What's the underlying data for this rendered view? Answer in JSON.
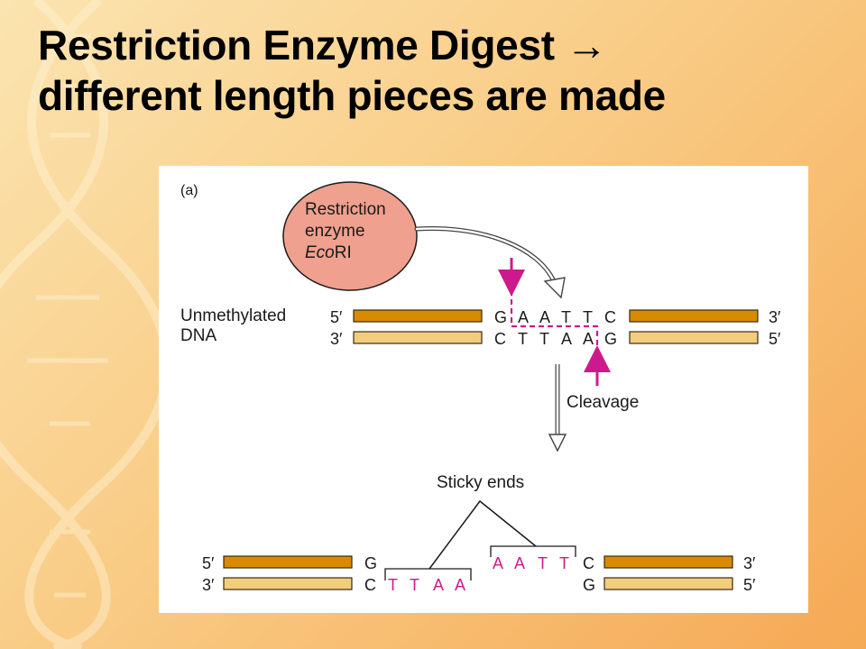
{
  "slide": {
    "title_line1": "Restriction Enzyme Digest →",
    "title_line2": "different length pieces are made"
  },
  "figure": {
    "panel_label": "(a)",
    "enzyme": {
      "line1": "Restriction",
      "line2": "enzyme",
      "line3_italic": "Eco",
      "line3_rest": "RI"
    },
    "dna_label_line1": "Unmethylated",
    "dna_label_line2": "DNA",
    "top": {
      "left_top_end": "5′",
      "left_bottom_end": "3′",
      "right_top_end": "3′",
      "right_bottom_end": "5′",
      "top_sequence": [
        "G",
        "A",
        "A",
        "T",
        "T",
        "C"
      ],
      "bottom_sequence": [
        "C",
        "T",
        "T",
        "A",
        "A",
        "G"
      ]
    },
    "cleavage_label": "Cleavage",
    "sticky_ends_label": "Sticky ends",
    "bottom": {
      "left_top_end": "5′",
      "left_bottom_end": "3′",
      "right_top_end": "3′",
      "right_bottom_end": "5′",
      "left_top_base": "G",
      "left_bottom_base": "C",
      "left_overhang": [
        "T",
        "T",
        "A",
        "A"
      ],
      "right_overhang": [
        "A",
        "A",
        "T",
        "T"
      ],
      "right_top_base": "C",
      "right_bottom_base": "G"
    },
    "colors": {
      "top_strand_fill": "#d88a00",
      "bottom_strand_fill": "#f2cd7c",
      "strand_outline": "#3a2a10",
      "enzyme_fill": "#f0a08e",
      "accent_magenta": "#cc1a8c",
      "arrow_outline": "#444444"
    }
  }
}
